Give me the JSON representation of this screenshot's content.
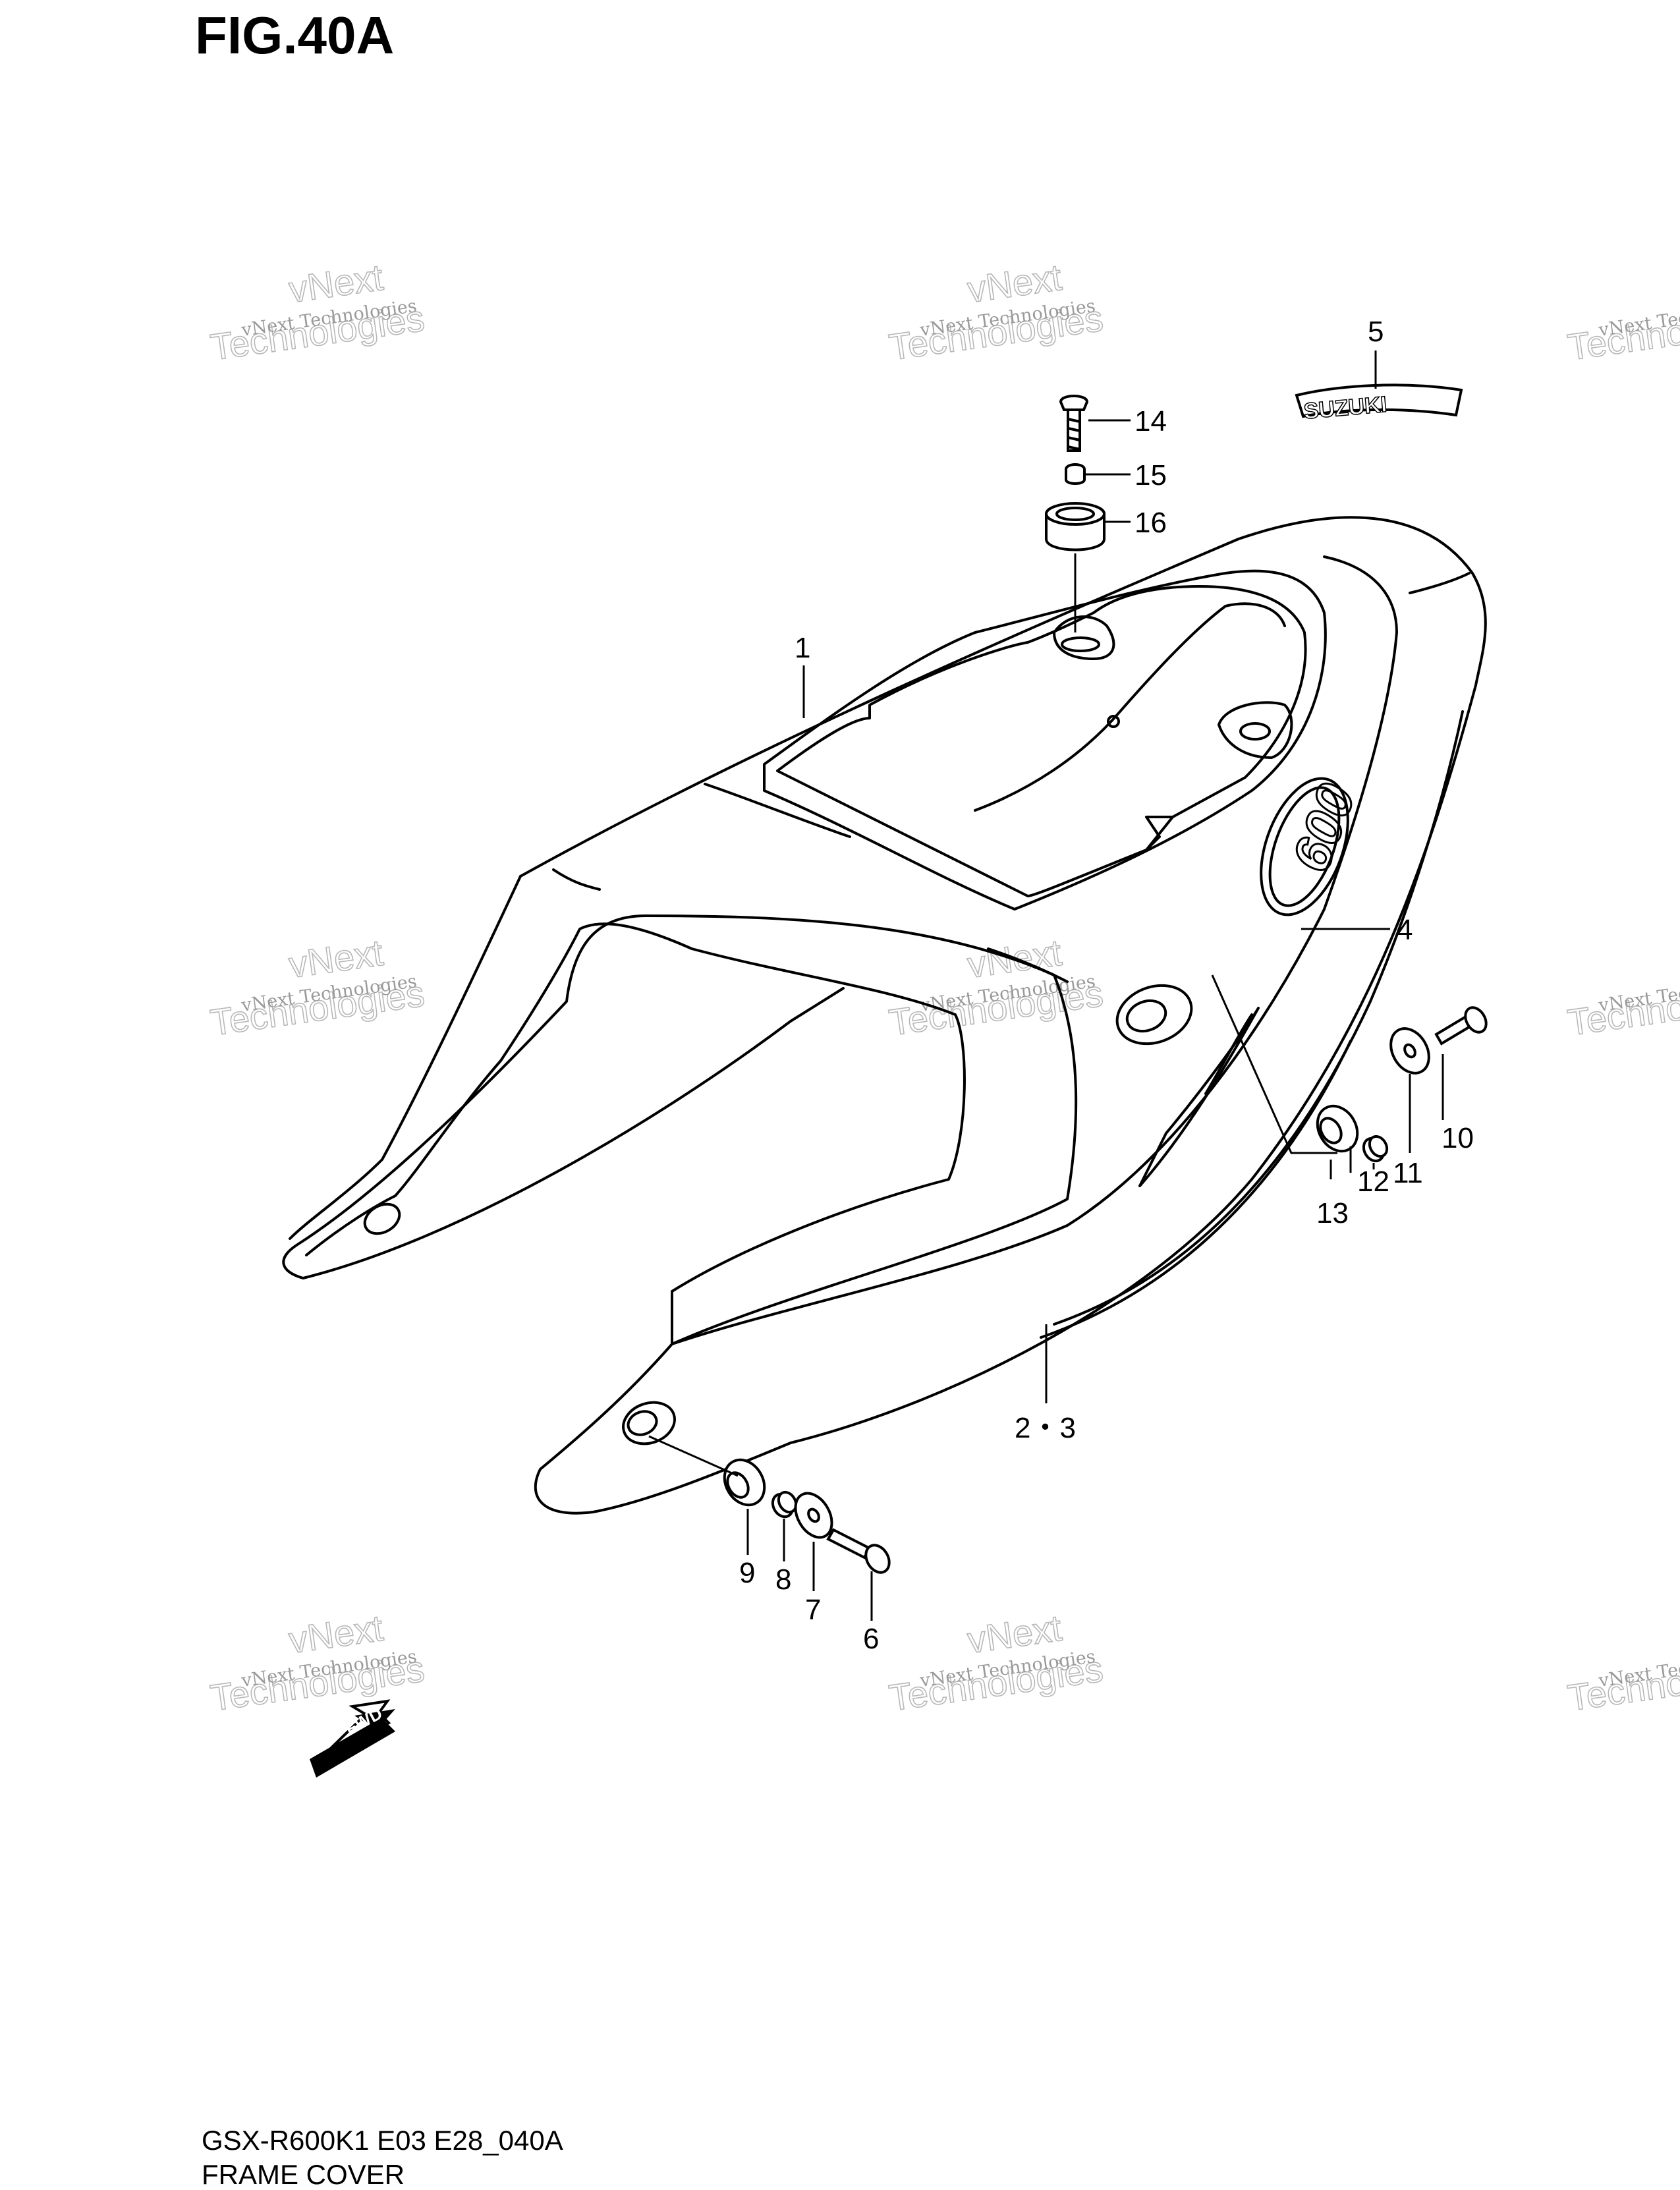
{
  "figure": {
    "title": "FIG.40A",
    "code": "GSX-R600K1 E03 E28_040A",
    "name": "FRAME COVER"
  },
  "watermark": {
    "line1": "vNext Technologies",
    "line2": "Technologies",
    "line3": "vNext"
  },
  "callouts": {
    "c1": "1",
    "c23": "2・3",
    "c4": "4",
    "c5": "5",
    "c6": "6",
    "c7": "7",
    "c8": "8",
    "c9": "9",
    "c10": "10",
    "c11": "11",
    "c12": "12",
    "c13": "13",
    "c14": "14",
    "c15": "15",
    "c16": "16"
  },
  "emblems": {
    "brand": "SUZUKI",
    "model": "600",
    "direction": "FWD"
  },
  "colors": {
    "line": "#000000",
    "background": "#ffffff",
    "watermark": "#9a9a9a"
  }
}
